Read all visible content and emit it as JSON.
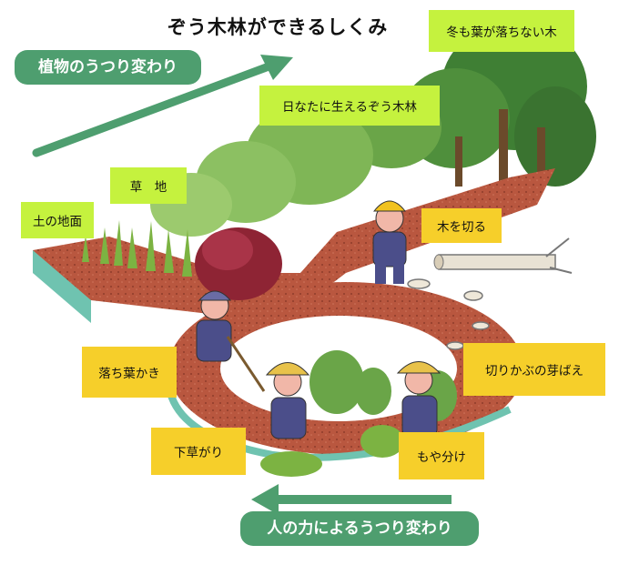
{
  "title": "ぞう木林ができるしくみ",
  "natural_change_label": "植物のうつり変わり",
  "human_change_label": "人の力によるうつり変わり",
  "stages": {
    "bare_ground": "土の地面",
    "grassland": "草　地",
    "sunny_woodland": "日なたに生えるぞう木林",
    "evergreen_forest": "冬も葉が落ちない木"
  },
  "human_actions": {
    "cut_trees": "木を切る",
    "stump_sprouts": "切りかぶの芽ばえ",
    "leaf_raking": "落ち葉かき",
    "weeding": "下草がり",
    "thinning": "もや分け"
  },
  "colors": {
    "stage_label": "#c5f23e",
    "action_label": "#f6cf2a",
    "arrow": "#4e9e6f",
    "path_soil": "#b7553e",
    "path_edge": "#6fc3b0"
  }
}
